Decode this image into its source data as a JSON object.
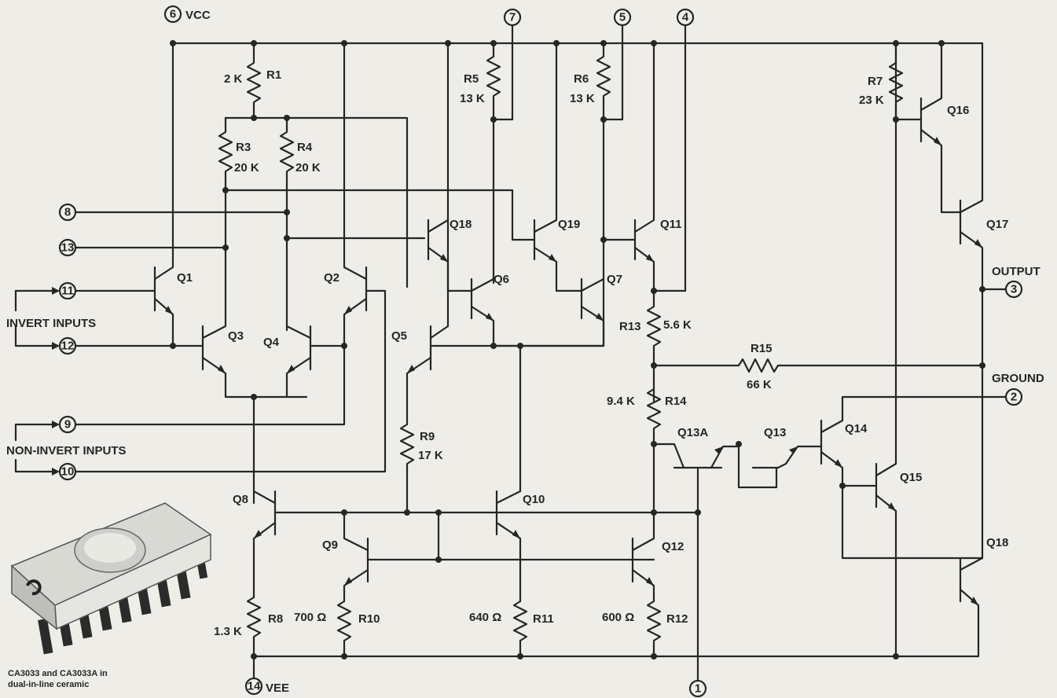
{
  "pins": {
    "p1": "1",
    "p2": "2",
    "p3": "3",
    "p4": "4",
    "p5": "5",
    "p6": "6",
    "p7": "7",
    "p8": "8",
    "p9": "9",
    "p10": "10",
    "p11": "11",
    "p12": "12",
    "p13": "13",
    "p14": "14"
  },
  "supply": {
    "vcc": "VCC",
    "vee": "VEE"
  },
  "io_labels": {
    "invert_inputs": "INVERT INPUTS",
    "non_invert_inputs": "NON-INVERT INPUTS",
    "output": "OUTPUT",
    "ground": "GROUND"
  },
  "transistors": [
    "Q1",
    "Q2",
    "Q3",
    "Q4",
    "Q5",
    "Q6",
    "Q7",
    "Q8",
    "Q9",
    "Q10",
    "Q11",
    "Q12",
    "Q13",
    "Q13A",
    "Q14",
    "Q15",
    "Q16",
    "Q17",
    "Q18",
    "Q18",
    "Q19"
  ],
  "resistors": [
    {
      "name": "R1",
      "value": "2 K"
    },
    {
      "name": "R3",
      "value": "20 K"
    },
    {
      "name": "R4",
      "value": "20 K"
    },
    {
      "name": "R5",
      "value": "13 K"
    },
    {
      "name": "R6",
      "value": "13 K"
    },
    {
      "name": "R7",
      "value": "23 K"
    },
    {
      "name": "R8",
      "value": "1.3 K"
    },
    {
      "name": "R9",
      "value": "17 K"
    },
    {
      "name": "R10",
      "value": "700 Ω"
    },
    {
      "name": "R11",
      "value": "640 Ω"
    },
    {
      "name": "R12",
      "value": "600 Ω"
    },
    {
      "name": "R13",
      "value": "5.6 K"
    },
    {
      "name": "R14",
      "value": "9.4 K"
    },
    {
      "name": "R15",
      "value": "66 K"
    }
  ],
  "caption": {
    "line1": "CA3033 and CA3033A in",
    "line2": "dual-in-line ceramic"
  }
}
